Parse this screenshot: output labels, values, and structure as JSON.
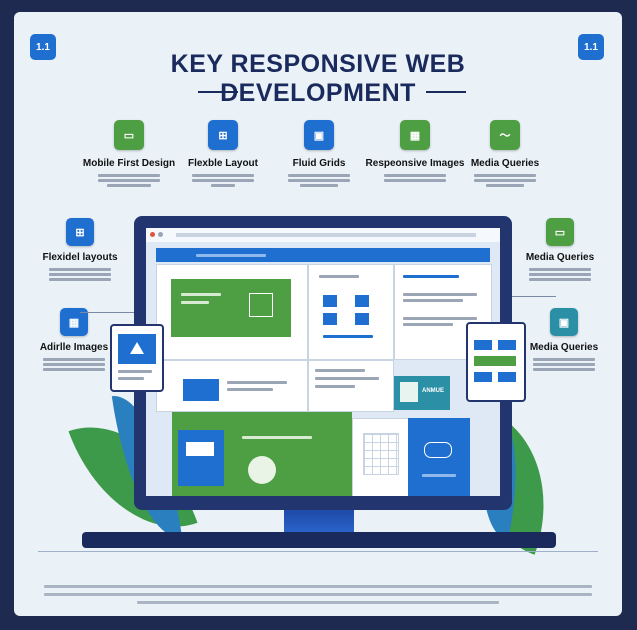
{
  "title": {
    "line1": "KEY RESPONSIVE WEB",
    "line2": "DEVELOPMENT"
  },
  "corner_badges": {
    "left": "1.1",
    "right": "1.1"
  },
  "top_features": [
    {
      "label": "Mobile First Design",
      "icon": "layout-icon",
      "color": "#4e9e43",
      "glyph": "▭"
    },
    {
      "label": "Flexble Layout",
      "icon": "grid-icon",
      "color": "#1f6fd1",
      "glyph": "⊞"
    },
    {
      "label": "Fluid Grids",
      "icon": "briefcase-icon",
      "color": "#1f6fd1",
      "glyph": "▣"
    },
    {
      "label": "Respeonsive Images",
      "icon": "image-icon",
      "color": "#4e9e43",
      "glyph": "▦"
    },
    {
      "label": "Media Queries",
      "icon": "chart-icon",
      "color": "#4e9e43",
      "glyph": "〜"
    }
  ],
  "side_features": {
    "left_top": {
      "label": "Flexidel layouts",
      "icon": "grid-icon",
      "glyph": "⊞"
    },
    "left_bottom": {
      "label": "Adirlle Images",
      "icon": "image-icon",
      "glyph": "▦"
    },
    "right_top": {
      "label": "Media Queries",
      "icon": "layout-icon",
      "glyph": "▭"
    },
    "right_bottom": {
      "label": "Media Queries",
      "icon": "device-icon",
      "glyph": "▣"
    }
  },
  "screen": {
    "tablet_label": "ANMUE"
  }
}
